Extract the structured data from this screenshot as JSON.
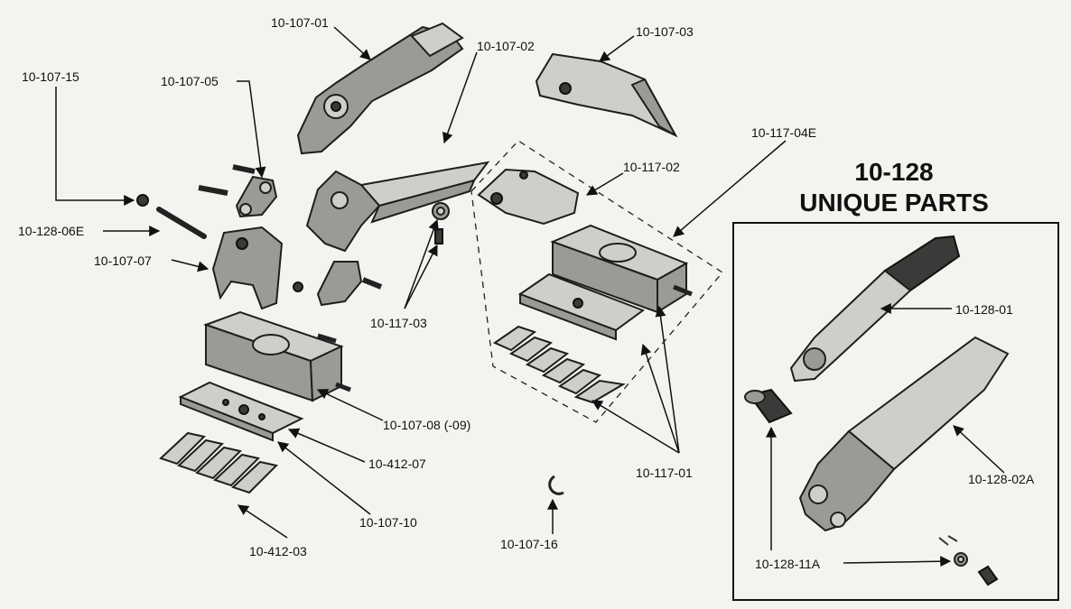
{
  "callouts": {
    "c_10_107_01": "10-107-01",
    "c_10_107_02": "10-107-02",
    "c_10_107_03": "10-107-03",
    "c_10_107_15": "10-107-15",
    "c_10_107_05": "10-107-05",
    "c_10_117_04E": "10-117-04E",
    "c_10_117_02": "10-117-02",
    "c_10_128_06E": "10-128-06E",
    "c_10_107_07": "10-107-07",
    "c_10_117_03": "10-117-03",
    "c_10_107_08": "10-107-08 (-09)",
    "c_10_412_07": "10-412-07",
    "c_10_117_01": "10-117-01",
    "c_10_107_10": "10-107-10",
    "c_10_412_03": "10-412-03",
    "c_10_107_16": "10-107-16",
    "c_10_128_01": "10-128-01",
    "c_10_128_02A": "10-128-02A",
    "c_10_128_11A": "10-128-11A"
  },
  "inset": {
    "title_line1": "10-128",
    "title_line2": "UNIQUE PARTS"
  }
}
